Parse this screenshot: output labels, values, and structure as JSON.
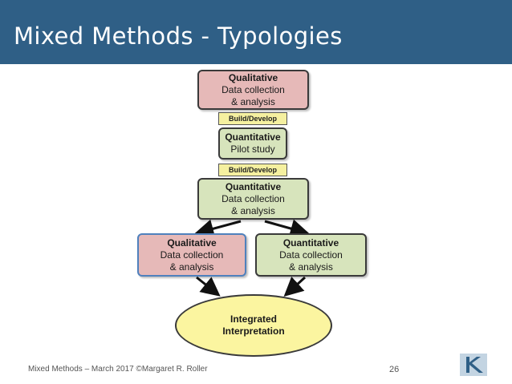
{
  "slide": {
    "title": "Mixed Methods - Typologies",
    "footer": "Mixed Methods – March 2017   ©Margaret R. Roller",
    "page_number": "26"
  },
  "diagram": {
    "box1": {
      "line1": "Qualitative",
      "line2": "Data collection",
      "line3": "& analysis"
    },
    "tag1": "Build/Develop",
    "box2": {
      "line1": "Quantitative",
      "line2": "Pilot study"
    },
    "tag2": "Build/Develop",
    "box3": {
      "line1": "Quantitative",
      "line2": "Data collection",
      "line3": "& analysis"
    },
    "box4": {
      "line1": "Qualitative",
      "line2": "Data collection",
      "line3": "& analysis"
    },
    "box5": {
      "line1": "Quantitative",
      "line2": "Data collection",
      "line3": "& analysis"
    },
    "integrated": {
      "line1": "Integrated",
      "line2": "Interpretation"
    }
  },
  "colors": {
    "title_bar": "#2f5f86",
    "qualitative_fill": "#e6b9b8",
    "quantitative_fill": "#d7e4bc",
    "tag_fill": "#f5f0a0",
    "ellipse_fill": "#fbf5a0"
  },
  "icons": {
    "logo": "roller-logo-icon"
  }
}
